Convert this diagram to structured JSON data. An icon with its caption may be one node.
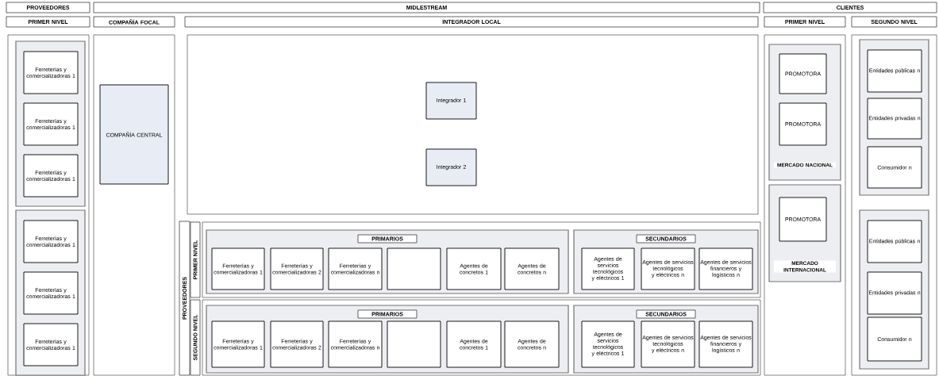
{
  "diagram": {
    "nodes": [
      {
        "text": [
          "PROVEEDORES"
        ]
      },
      {
        "text": [
          "MIDLESTREAM"
        ]
      },
      {
        "text": [
          "CLIENTES"
        ]
      },
      {
        "text": [
          "PRIMER NIVEL"
        ]
      },
      {
        "text": [
          "COMPAÑÍA FOCAL"
        ]
      },
      {
        "text": [
          "INTEGRADOR LOCAL"
        ]
      },
      {
        "text": [
          "PRIMER NIVEL"
        ]
      },
      {
        "text": [
          "SEGUNDO NIVEL"
        ]
      },
      {
        "text": [],
        "shape": "box"
      },
      {
        "text": [],
        "shape": "box",
        "in": 8
      },
      {
        "text": [
          "Ferreterías y comercializadoras 1"
        ],
        "in": 9
      },
      {
        "text": [
          "Ferreterías y comercializadoras 1"
        ],
        "in": 9
      },
      {
        "text": [
          "Ferreterías y comercializadoras 1"
        ],
        "in": 9
      },
      {
        "text": [],
        "shape": "box",
        "in": 8
      },
      {
        "text": [
          "Ferreterías y comercializadoras 1"
        ],
        "in": 13
      },
      {
        "text": [
          "Ferreterías y comercializadoras 1"
        ],
        "in": 13
      },
      {
        "text": [
          "Ferreterías y comercializadoras 1"
        ],
        "in": 13
      },
      {
        "text": [],
        "shape": "box"
      },
      {
        "text": [
          "COMPAÑÍA CENTRAL"
        ],
        "in": 17
      },
      {
        "text": [],
        "shape": "box"
      },
      {
        "text": [
          "Integrador 1"
        ],
        "in": 19
      },
      {
        "text": [
          "Integrador 2"
        ],
        "in": 19
      },
      {
        "text": [
          "PROVEEDORES"
        ]
      },
      {
        "text": [
          "PRIMER NIVEL"
        ]
      },
      {
        "text": [
          "SEGUNDO NIVEL"
        ]
      },
      {
        "text": [],
        "shape": "box"
      },
      {
        "text": [
          "PRIMARIOS"
        ],
        "in": 25
      },
      {
        "text": [
          "Ferreterías y comercializadoras 1"
        ],
        "in": 26
      },
      {
        "text": [
          "Ferreterías y comercializadoras 2"
        ],
        "in": 26
      },
      {
        "text": [
          "Ferreterías y comercializadoras n"
        ],
        "in": 26
      },
      {
        "text": [],
        "shape": "box",
        "in": 26
      },
      {
        "text": [
          "Agentes de concretos 1"
        ],
        "in": 26
      },
      {
        "text": [
          "Agentes de concretos n"
        ],
        "in": 26
      },
      {
        "text": [
          "SECUNDARIOS"
        ],
        "in": 25
      },
      {
        "text": [
          "Agentes de servicios tecnológicos y eléctricos 1"
        ],
        "in": 33
      },
      {
        "text": [
          "Agentes de servicios tecnológicos y eléctricos n"
        ],
        "in": 33
      },
      {
        "text": [
          "Agentes de servicios financieros y logísticos n"
        ],
        "in": 33
      },
      {
        "text": [],
        "shape": "box"
      },
      {
        "text": [
          "PRIMARIOS"
        ],
        "in": 37
      },
      {
        "text": [
          "Ferreterías y comercializadoras 1"
        ],
        "in": 38
      },
      {
        "text": [
          "Ferreterías y comercializadoras 2"
        ],
        "in": 38
      },
      {
        "text": [
          "Ferreterías y comercializadoras n"
        ],
        "in": 38
      },
      {
        "text": [],
        "shape": "box",
        "in": 38
      },
      {
        "text": [
          "Agentes de concretos 1"
        ],
        "in": 38
      },
      {
        "text": [
          "Agentes de concretos n"
        ],
        "in": 38
      },
      {
        "text": [
          "SECUNDARIOS"
        ],
        "in": 37
      },
      {
        "text": [
          "Agentes de servicios tecnológicos y eléctricos 1"
        ],
        "in": 45
      },
      {
        "text": [
          "Agentes de servicios tecnológicos y eléctricos n"
        ],
        "in": 45
      },
      {
        "text": [
          "Agentes de servicios financieros y logísticos n"
        ],
        "in": 45
      },
      {
        "text": [],
        "shape": "box"
      },
      {
        "text": [
          "MERCADO NACIONAL"
        ],
        "in": 49
      },
      {
        "text": [
          "PROMOTORA"
        ],
        "in": 50
      },
      {
        "text": [
          "PROMOTORA"
        ],
        "in": 50
      },
      {
        "text": [
          "MERCADO INTERNACIONAL"
        ],
        "in": 49
      },
      {
        "text": [
          "PROMOTORA"
        ],
        "in": 53
      },
      {
        "text": [],
        "shape": "box"
      },
      {
        "text": [],
        "shape": "box",
        "in": 55
      },
      {
        "text": [
          "Entidades públicas n"
        ],
        "in": 56
      },
      {
        "text": [
          "Entidades privadas n"
        ],
        "in": 56
      },
      {
        "text": [
          "Consumidor n"
        ],
        "in": 56
      },
      {
        "text": [],
        "shape": "box",
        "in": 55
      },
      {
        "text": [
          "Entidades públicas n"
        ],
        "in": 60
      },
      {
        "text": [
          "Entidades privadas n"
        ],
        "in": 60
      },
      {
        "text": [
          "Consumidor n"
        ],
        "in": 60
      }
    ]
  }
}
